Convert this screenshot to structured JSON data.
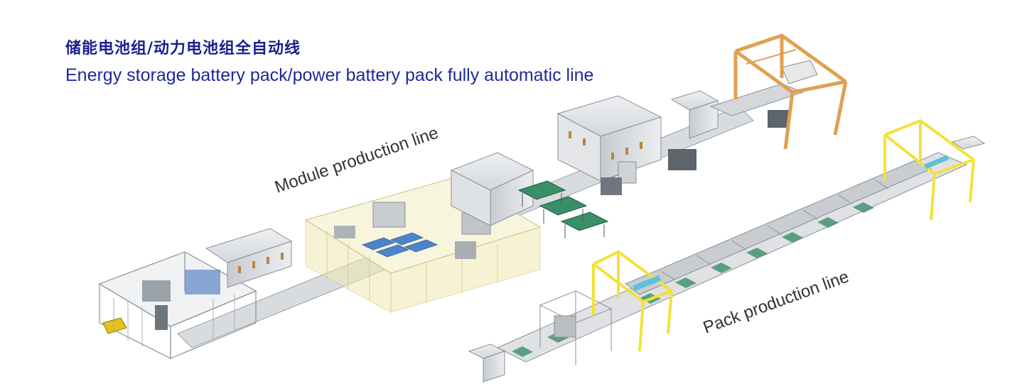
{
  "header": {
    "title_cn": "储能电池组/动力电池组全自动线",
    "title_en": "Energy storage battery pack/power battery pack fully automatic line"
  },
  "labels": {
    "module_line": "Module production line",
    "pack_line": "Pack  production line"
  },
  "colors": {
    "title_blue": "#1f2a9a",
    "frame_orange": "#e0a050",
    "frame_yellow": "#f2e23a",
    "machine_grey": "#d9dbde",
    "machine_dark": "#8a9096",
    "panel_green": "#3a8f6a",
    "fence_yellow": "#efe9b0",
    "accent_blue": "#3b7fd0"
  }
}
